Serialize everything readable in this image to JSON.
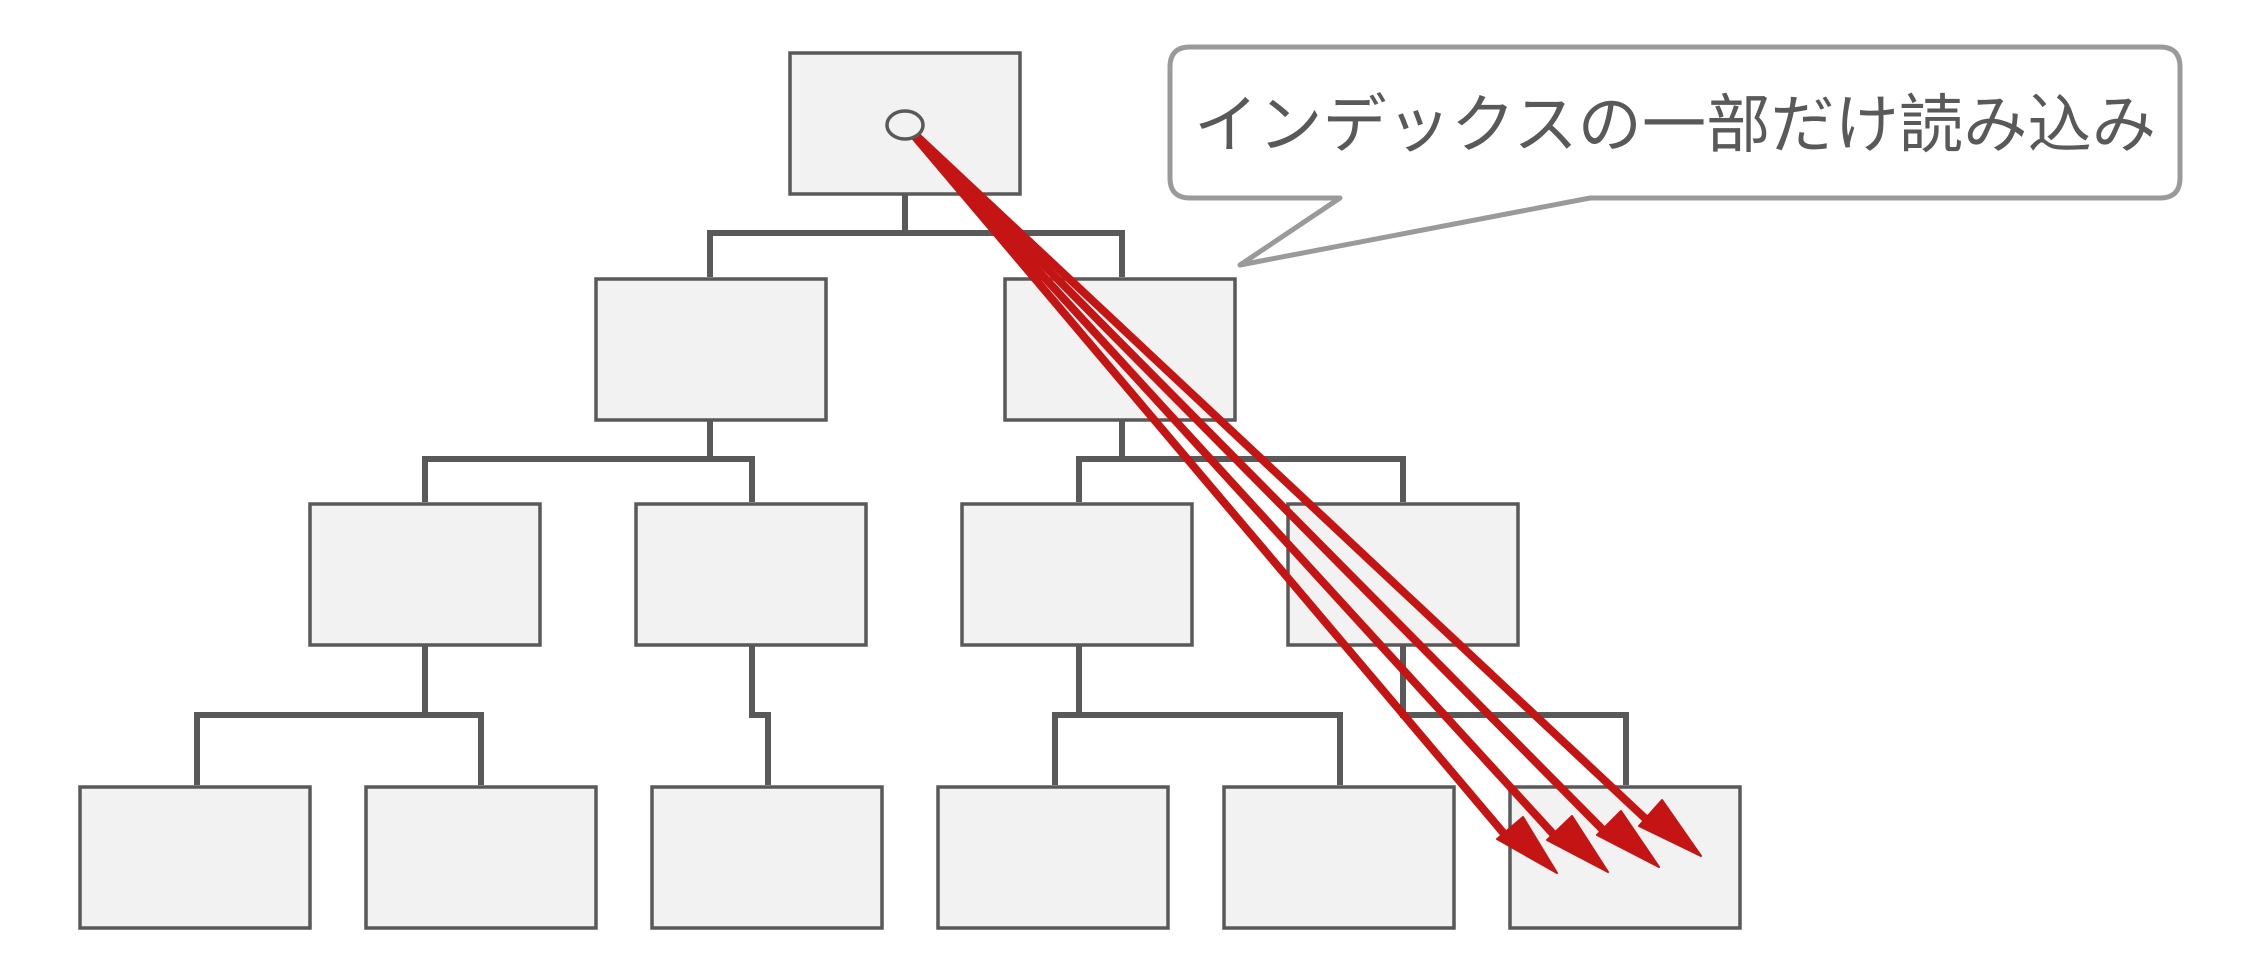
{
  "callout": {
    "text": "インデックスの一部だけ読み込み"
  },
  "colors": {
    "node_fill": "#f2f2f2",
    "node_stroke": "#595959",
    "arrow": "#c41414",
    "callout_border": "#9a9a9a",
    "text": "#595959"
  },
  "tree": {
    "root": {
      "id": "root",
      "children": [
        "l1-a",
        "l1-b"
      ]
    },
    "l1-a": {
      "children": [
        "l2-a",
        "l2-b"
      ]
    },
    "l1-b": {
      "children": [
        "l2-c",
        "l2-d"
      ]
    },
    "l2-a": {
      "children": [
        "l3-a",
        "l3-b"
      ]
    },
    "l2-b": {
      "children": [
        "l3-c"
      ]
    },
    "l2-c": {
      "children": [
        "l3-d",
        "l3-e"
      ]
    },
    "l2-d": {
      "children": [
        "l3-f"
      ]
    }
  },
  "arrows": {
    "from": "root",
    "to": "l3-f",
    "count": 4,
    "icon": "multi-arrow-icon"
  }
}
